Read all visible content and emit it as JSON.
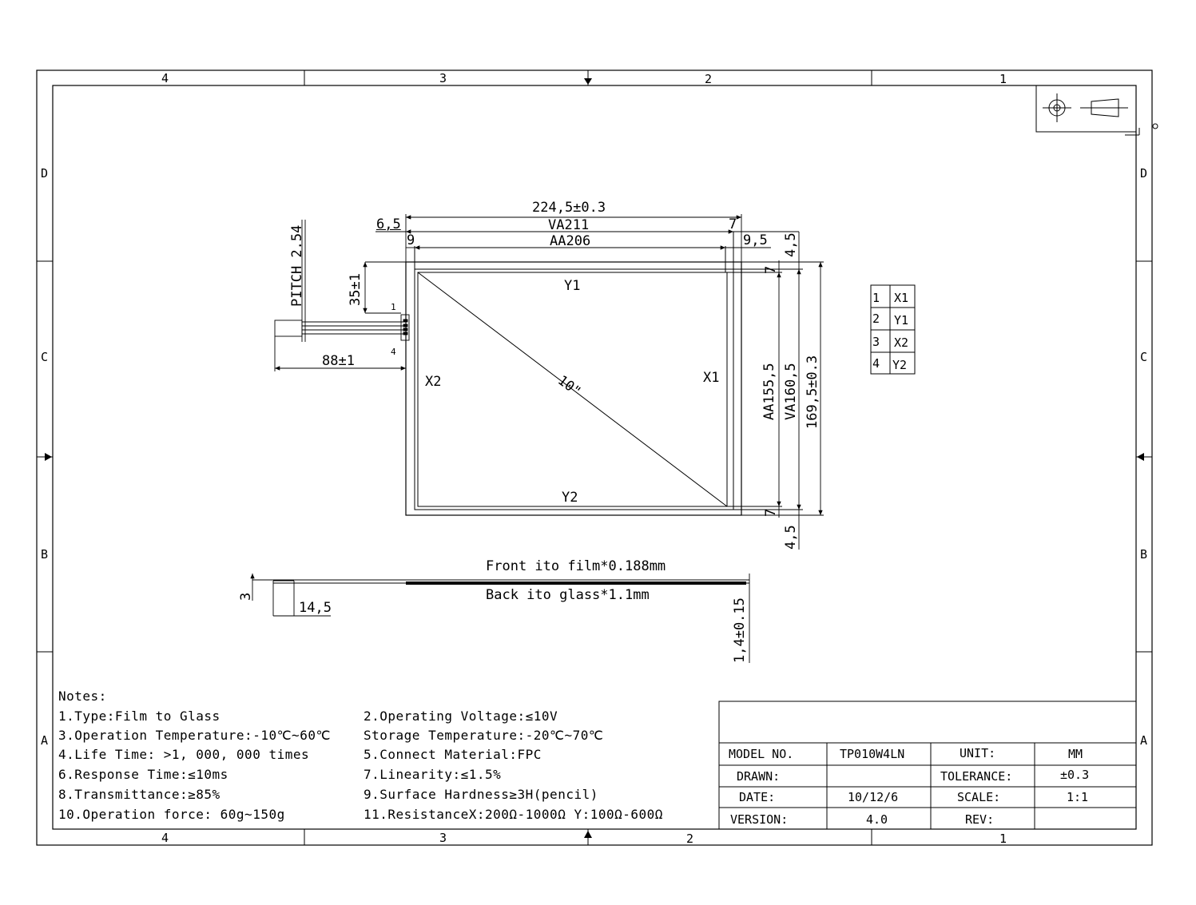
{
  "zones": {
    "columns_top": [
      "4",
      "3",
      "2",
      "1"
    ],
    "columns_bottom": [
      "4",
      "3",
      "2",
      "1"
    ],
    "rows_left": [
      "D",
      "C",
      "B",
      "A"
    ],
    "rows_right": [
      "D",
      "C",
      "B",
      "A"
    ]
  },
  "dimensions": {
    "overall_width": "224,5±0.3",
    "va_width": "VA211",
    "aa_width": "AA206",
    "left_offset_top": "6,5",
    "right_offset_top": "7",
    "left_offset_aa": "9",
    "right_offset_aa": "9,5",
    "top_margin": "4,5",
    "bottom_margin": "4,5",
    "top_gap": "7",
    "bottom_gap": "7",
    "aa_height": "AA155,5",
    "va_height": "VA160,5",
    "overall_height": "169,5±0.3",
    "pitch": "PITCH 2.54",
    "tail_offset": "35±1",
    "tail_length": "88±1",
    "pin_first": "1",
    "pin_last": "4"
  },
  "panel": {
    "y1": "Y1",
    "y2": "Y2",
    "x1": "X1",
    "x2": "X2",
    "diagonal": "10\""
  },
  "pin_table": [
    {
      "pin": "1",
      "signal": "X1"
    },
    {
      "pin": "2",
      "signal": "Y1"
    },
    {
      "pin": "3",
      "signal": "X2"
    },
    {
      "pin": "4",
      "signal": "Y2"
    }
  ],
  "side_view": {
    "front": "Front ito film*0.188mm",
    "back": "Back ito glass*1.1mm",
    "tail_height": "3",
    "tail_width": "14,5",
    "thickness": "1,4±0.15"
  },
  "notes": {
    "title": "Notes:",
    "left": [
      "1.Type:Film to Glass",
      "3.Operation Temperature:-10℃~60℃",
      "4.Life Time: >1, 000, 000 times",
      "6.Response Time:≤10ms",
      "8.Transmittance:≥85%",
      "10.Operation force: 60g~150g"
    ],
    "right": [
      "2.Operating Voltage:≤10V",
      "Storage Temperature:-20℃~70℃",
      "5.Connect Material:FPC",
      "7.Linearity:≤1.5%",
      "9.Surface Hardness≥3H(pencil)",
      "11.ResistanceX:200Ω-1000Ω  Y:100Ω-600Ω"
    ]
  },
  "title_block": {
    "model_label": "MODEL NO.",
    "model_value": "TP010W4LN",
    "unit_label": "UNIT:",
    "unit_value": "MM",
    "drawn_label": "DRAWN:",
    "drawn_value": "",
    "tolerance_label": "TOLERANCE:",
    "tolerance_value": "±0.3",
    "date_label": "DATE:",
    "date_value": "10/12/6",
    "scale_label": "SCALE:",
    "scale_value": "1:1",
    "version_label": "VERSION:",
    "version_value": "4.0",
    "rev_label": "REV:",
    "rev_value": ""
  }
}
